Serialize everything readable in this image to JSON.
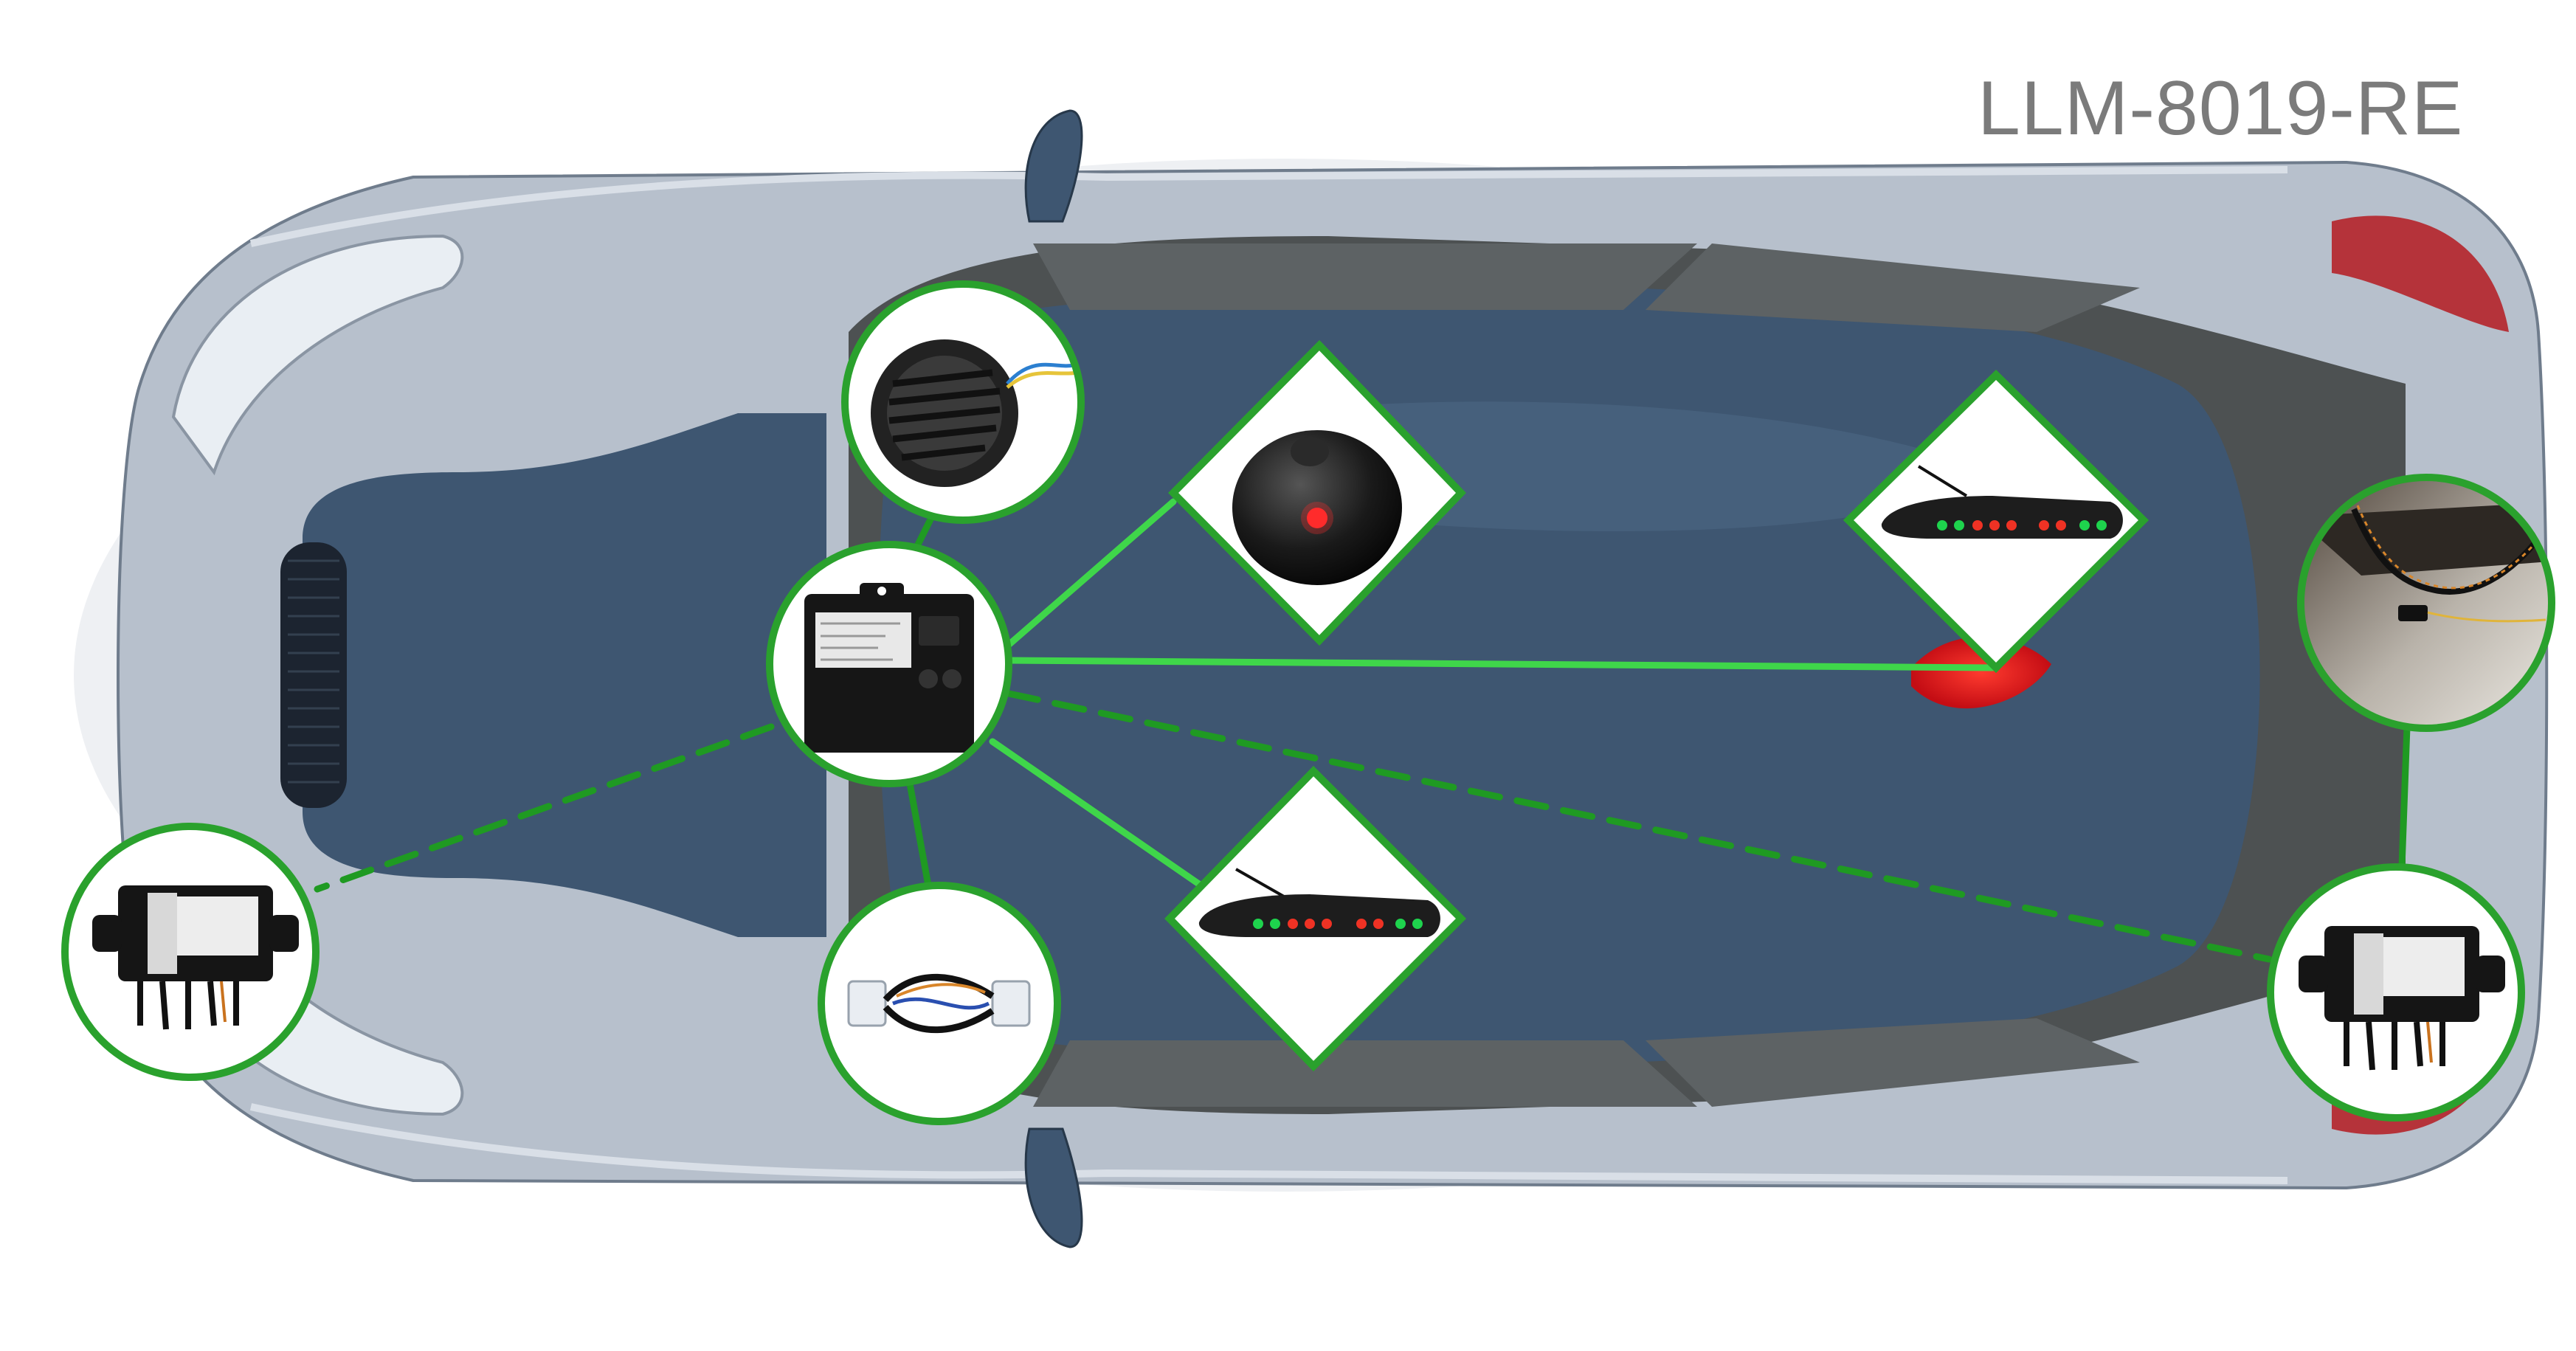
{
  "model_code": "LLM-8019-RE",
  "colors": {
    "connector_green": "#3fd64a",
    "dashed_green": "#1f9a22",
    "badge_border": "#2aa12d",
    "body_paint": "#b7c0cc",
    "roof_paint": "#3e5671",
    "window_tint": "#4d5152",
    "text_gray": "#7b7b7b"
  },
  "components": [
    {
      "name": "buzzer-speaker",
      "icon": "round-grille-speaker-icon"
    },
    {
      "name": "control-unit",
      "icon": "control-box-icon"
    },
    {
      "name": "wiring-harness",
      "icon": "harness-icon"
    },
    {
      "name": "led-button",
      "icon": "dome-led-button-icon"
    },
    {
      "name": "rear-led-display",
      "icon": "led-display-icon"
    },
    {
      "name": "front-led-display",
      "icon": "led-display-icon"
    },
    {
      "name": "front-sensor-module",
      "icon": "sensor-module-icon"
    },
    {
      "name": "rear-sensor-module",
      "icon": "sensor-module-icon"
    },
    {
      "name": "rear-bumper-wiring",
      "icon": "bumper-wiring-photo-icon"
    }
  ]
}
